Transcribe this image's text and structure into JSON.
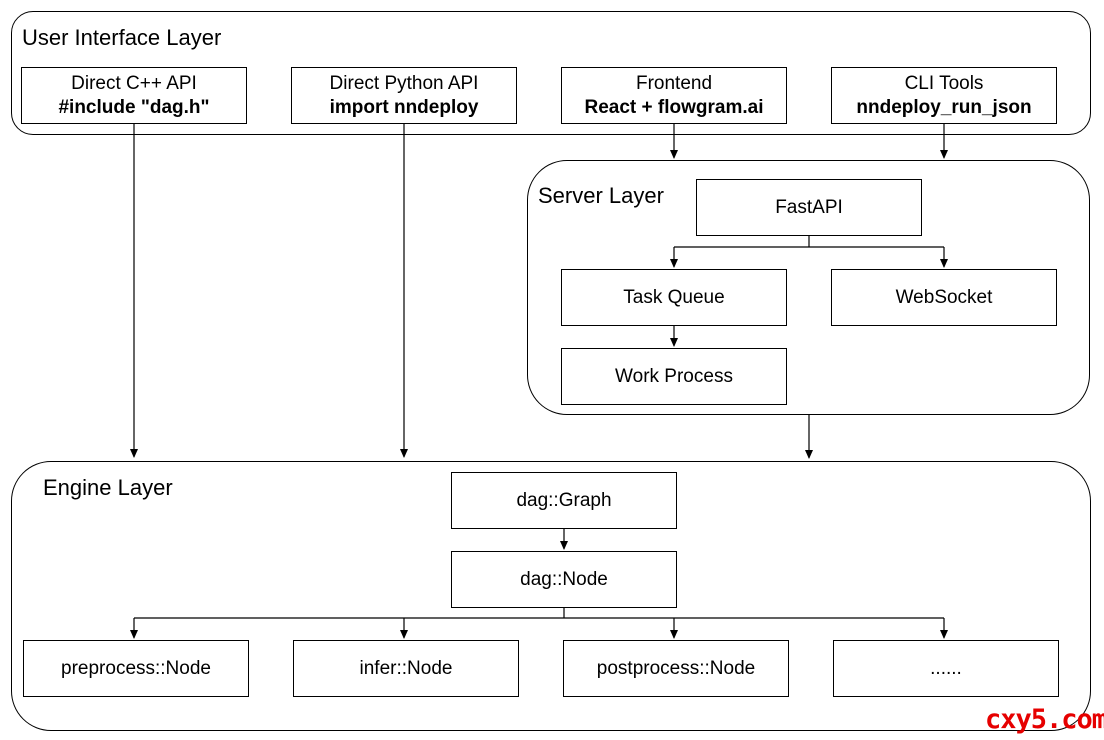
{
  "ui_layer": {
    "title": "User Interface Layer",
    "boxes": [
      {
        "line1": "Direct C++ API",
        "line2": "#include \"dag.h\""
      },
      {
        "line1": "Direct Python API",
        "line2": "import nndeploy"
      },
      {
        "line1": "Frontend",
        "line2": "React + flowgram.ai"
      },
      {
        "line1": "CLI Tools",
        "line2": "nndeploy_run_json"
      }
    ]
  },
  "server_layer": {
    "title": "Server Layer",
    "fastapi": "FastAPI",
    "task_queue": "Task Queue",
    "websocket": "WebSocket",
    "work_process": "Work Process"
  },
  "engine_layer": {
    "title": "Engine Layer",
    "graph": "dag::Graph",
    "node": "dag::Node",
    "children": [
      "preprocess::Node",
      "infer::Node",
      "postprocess::Node",
      "......"
    ]
  },
  "watermark": "cxy5.com"
}
